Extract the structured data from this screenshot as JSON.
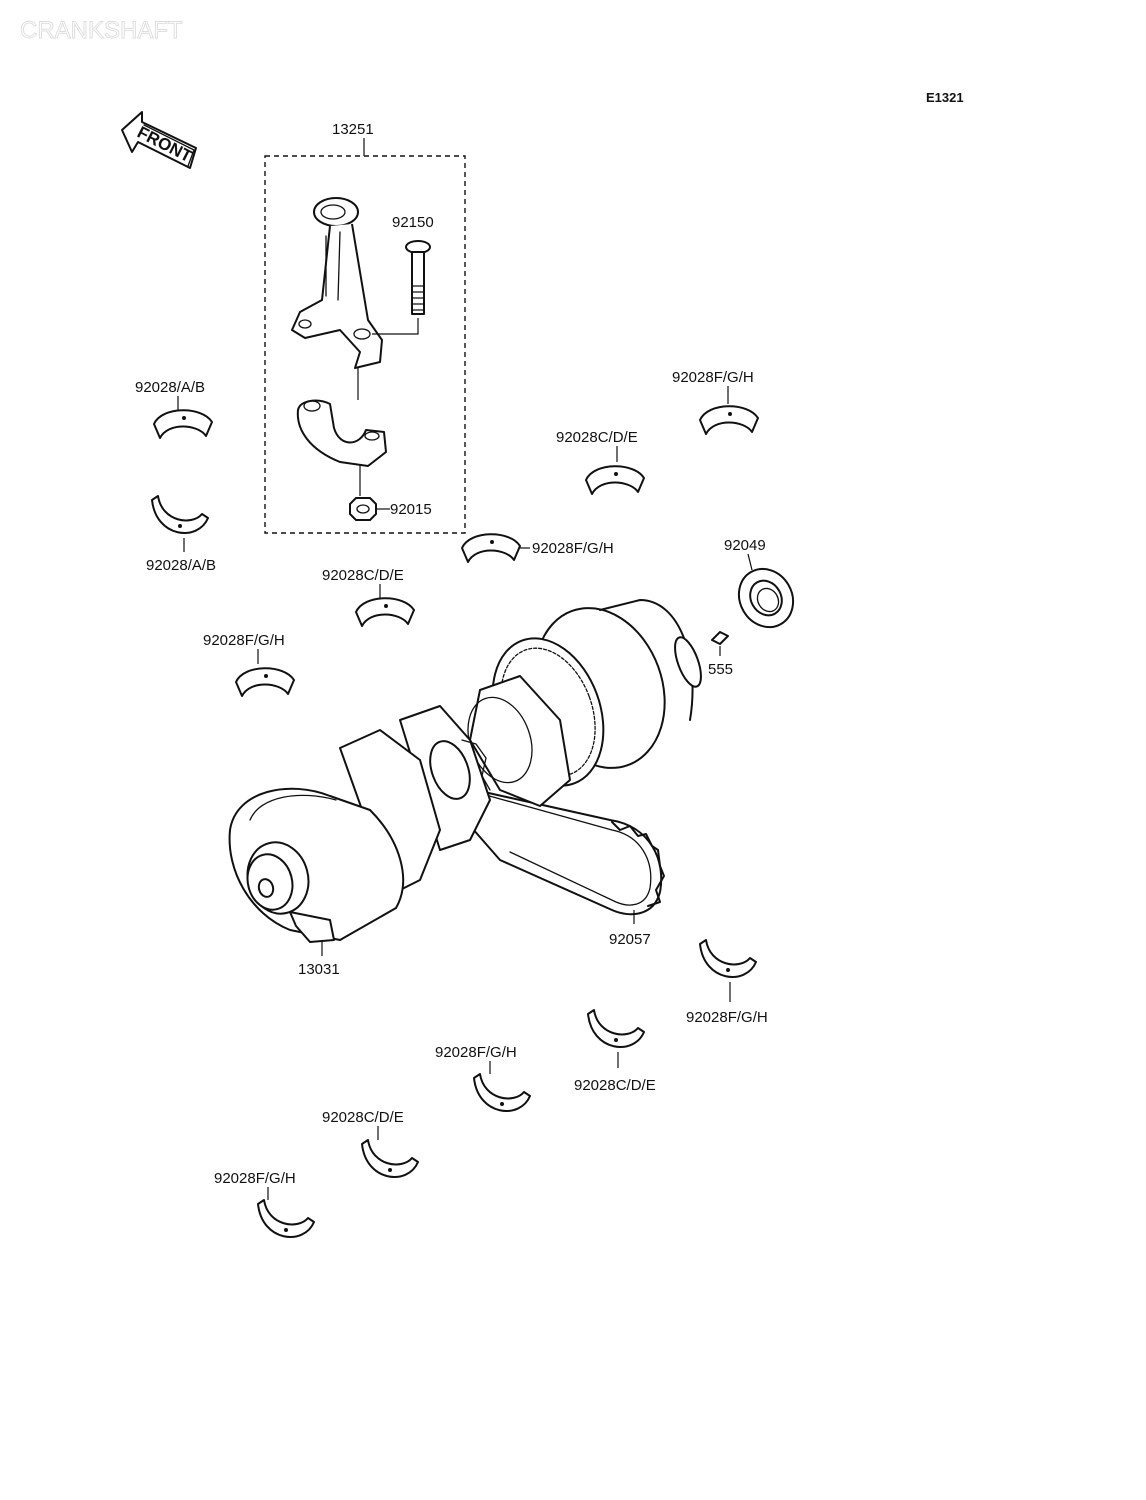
{
  "watermark": "CRANKSHAFT",
  "diagram_code": "E1321",
  "front_arrow_label": "FRONT",
  "callouts": {
    "conrod_assy": "13251",
    "conrod_bolt": "92150",
    "conrod_nut": "92015",
    "bearing_ab_top": "92028/A/B",
    "bearing_ab_bottom": "92028/A/B",
    "bearing_fgh_1": "92028F/G/H",
    "bearing_cde_1": "92028C/D/E",
    "bearing_fgh_2": "92028F/G/H",
    "bearing_cde_2": "92028C/D/E",
    "bearing_fgh_3": "92028F/G/H",
    "oil_seal": "92049",
    "key": "555",
    "crankshaft": "13031",
    "chain": "92057",
    "bearing_fgh_4": "92028F/G/H",
    "bearing_cde_3": "92028C/D/E",
    "bearing_fgh_5": "92028F/G/H",
    "bearing_cde_4": "92028C/D/E",
    "bearing_fgh_6": "92028F/G/H"
  }
}
